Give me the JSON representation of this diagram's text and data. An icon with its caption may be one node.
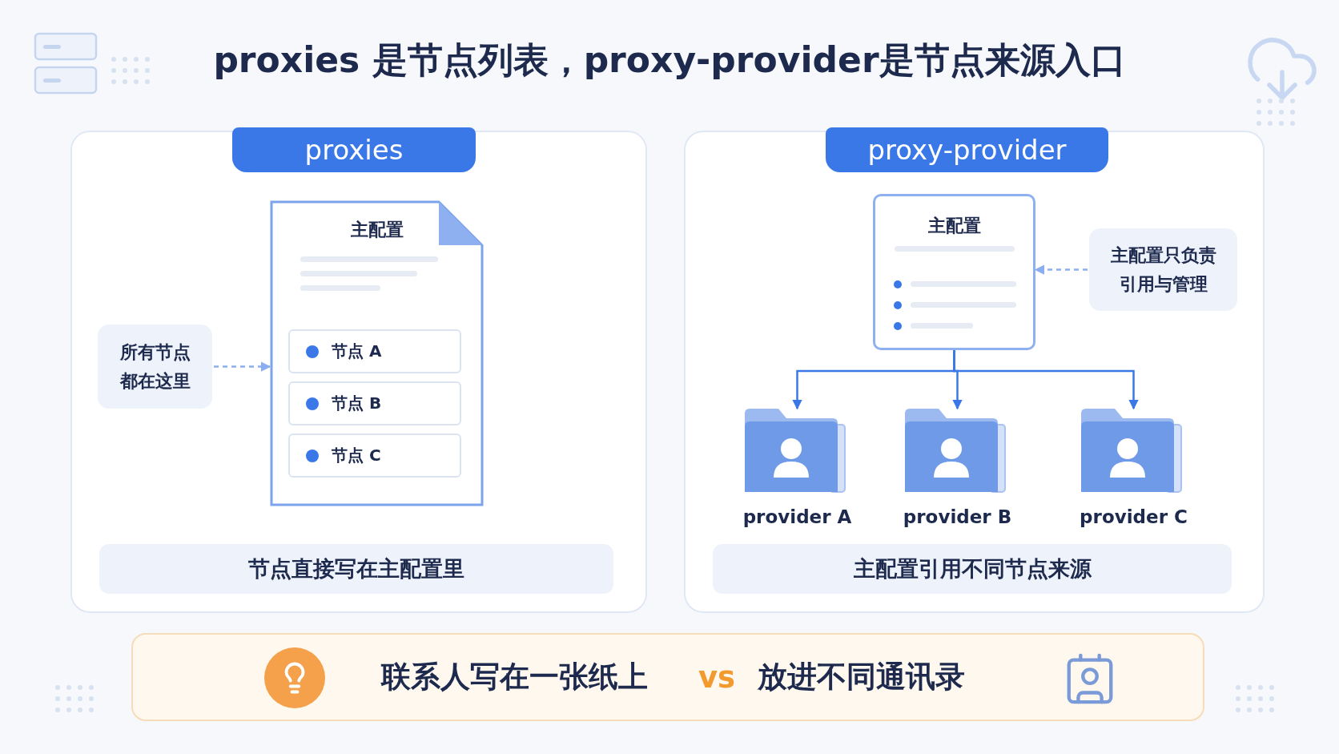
{
  "diagram": {
    "title": "proxies 是**节点列表**，proxy-provider是**节点来源入口**",
    "nodes": [
      {
        "text": [
          "proxies"
        ]
      },
      {
        "text": [
          "所有节点都在这里"
        ],
        "in": 0
      },
      {
        "text": [
          "主配置"
        ],
        "in": 0
      },
      {
        "text": [
          "节点 A"
        ],
        "in": 2
      },
      {
        "text": [
          "节点 B"
        ],
        "in": 2
      },
      {
        "text": [
          "节点 C"
        ],
        "in": 2
      },
      {
        "text": [
          "节点直接写在主配置里"
        ],
        "in": 0
      },
      {
        "text": [
          "proxy-provider"
        ]
      },
      {
        "text": [
          "主配置"
        ],
        "in": 7
      },
      {
        "text": [
          "主配置只负责引用与管理"
        ],
        "in": 7
      },
      {
        "text": [
          "provider A"
        ],
        "in": 7
      },
      {
        "text": [
          "provider B"
        ],
        "in": 7
      },
      {
        "text": [
          "provider C"
        ],
        "in": 7
      },
      {
        "text": [
          "主配置引用不同节点来源"
        ],
        "in": 7
      },
      {
        "text": [
          "联系人写在一张纸上",
          "vs",
          "放进不同通讯录"
        ]
      }
    ],
    "edges": [
      {
        "from": 1,
        "to": 2,
        "arrow": "to",
        "style": "dashed",
        "color": "#8aaef0"
      },
      {
        "from": 9,
        "to": 8,
        "arrow": "to",
        "style": "dashed",
        "color": "#8aaef0"
      },
      {
        "from": 8,
        "to": 10,
        "arrow": "to"
      },
      {
        "from": 8,
        "to": 11,
        "arrow": "to"
      },
      {
        "from": 8,
        "to": 12,
        "arrow": "to"
      }
    ]
  }
}
